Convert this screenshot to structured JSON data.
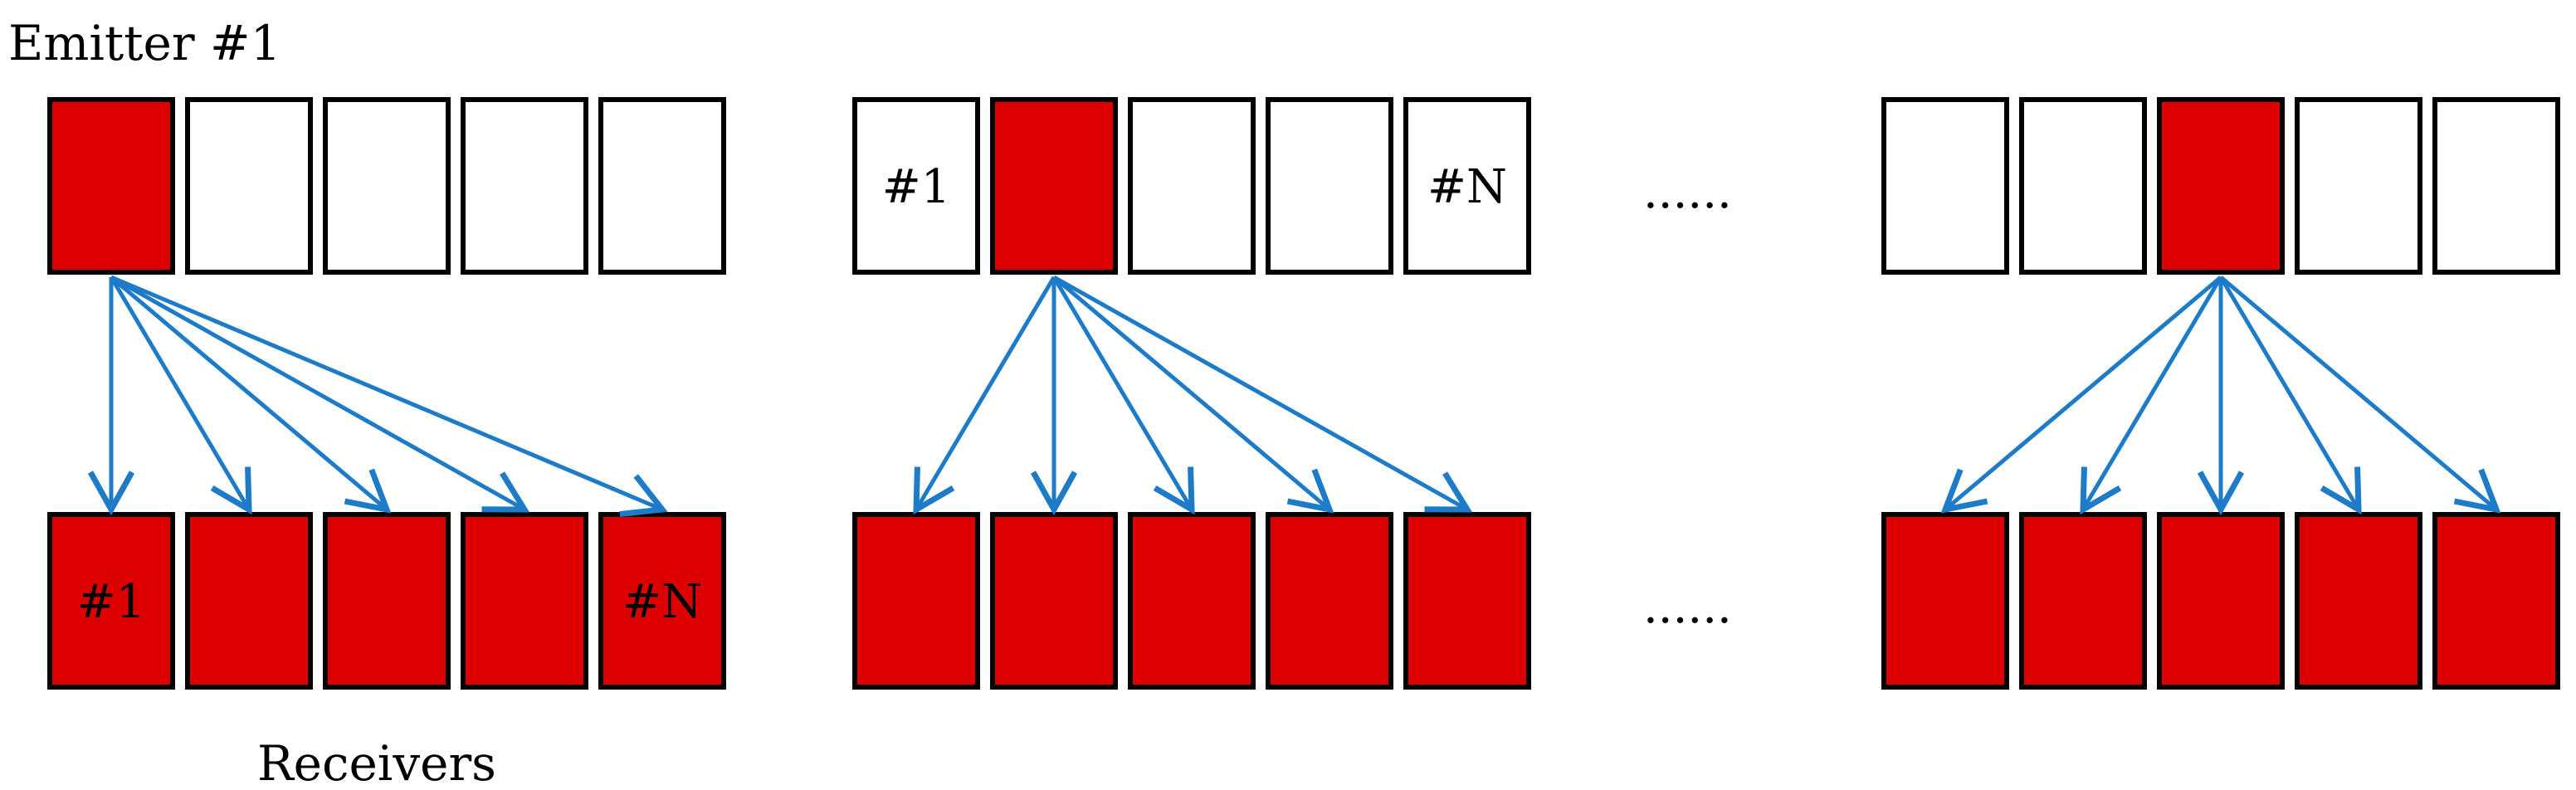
{
  "title_label": "Emitter #1",
  "receivers_label": "Receivers",
  "ellipsis": "......",
  "colors": {
    "active": "#DD0000",
    "inactive": "#FFFFFF",
    "outline": "#000000",
    "arrow": "#1E7BC8"
  },
  "groups": [
    {
      "emitters": [
        {
          "state": "active",
          "label": ""
        },
        {
          "state": "inactive",
          "label": ""
        },
        {
          "state": "inactive",
          "label": ""
        },
        {
          "state": "inactive",
          "label": ""
        },
        {
          "state": "inactive",
          "label": ""
        }
      ],
      "receivers": [
        {
          "state": "active",
          "label": "#1"
        },
        {
          "state": "active",
          "label": ""
        },
        {
          "state": "active",
          "label": ""
        },
        {
          "state": "active",
          "label": ""
        },
        {
          "state": "active",
          "label": "#N"
        }
      ]
    },
    {
      "emitters": [
        {
          "state": "inactive",
          "label": "#1"
        },
        {
          "state": "active",
          "label": ""
        },
        {
          "state": "inactive",
          "label": ""
        },
        {
          "state": "inactive",
          "label": ""
        },
        {
          "state": "inactive",
          "label": "#N"
        }
      ],
      "receivers": [
        {
          "state": "active",
          "label": ""
        },
        {
          "state": "active",
          "label": ""
        },
        {
          "state": "active",
          "label": ""
        },
        {
          "state": "active",
          "label": ""
        },
        {
          "state": "active",
          "label": ""
        }
      ]
    },
    {
      "emitters": [
        {
          "state": "inactive",
          "label": ""
        },
        {
          "state": "inactive",
          "label": ""
        },
        {
          "state": "active",
          "label": ""
        },
        {
          "state": "inactive",
          "label": ""
        },
        {
          "state": "inactive",
          "label": ""
        }
      ],
      "receivers": [
        {
          "state": "active",
          "label": ""
        },
        {
          "state": "active",
          "label": ""
        },
        {
          "state": "active",
          "label": ""
        },
        {
          "state": "active",
          "label": ""
        },
        {
          "state": "active",
          "label": ""
        }
      ]
    }
  ]
}
